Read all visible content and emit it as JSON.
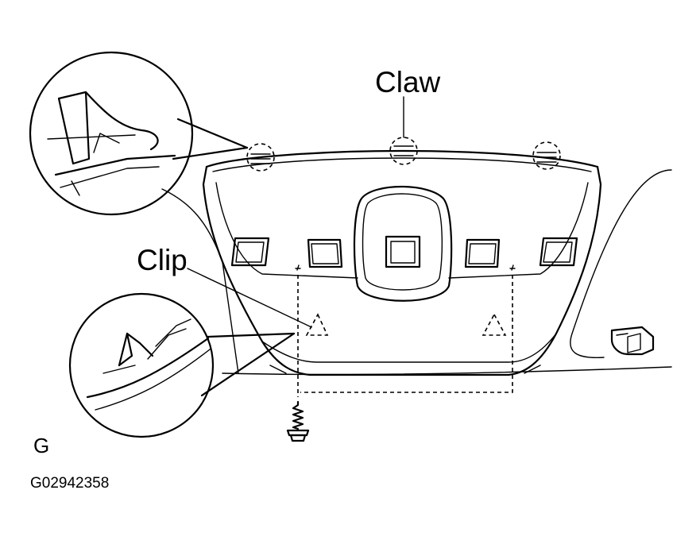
{
  "labels": {
    "claw": "Claw",
    "clip": "Clip",
    "view_letter": "G",
    "figure_code": "G02942358"
  },
  "colors": {
    "line": "#000000",
    "background": "#ffffff"
  }
}
